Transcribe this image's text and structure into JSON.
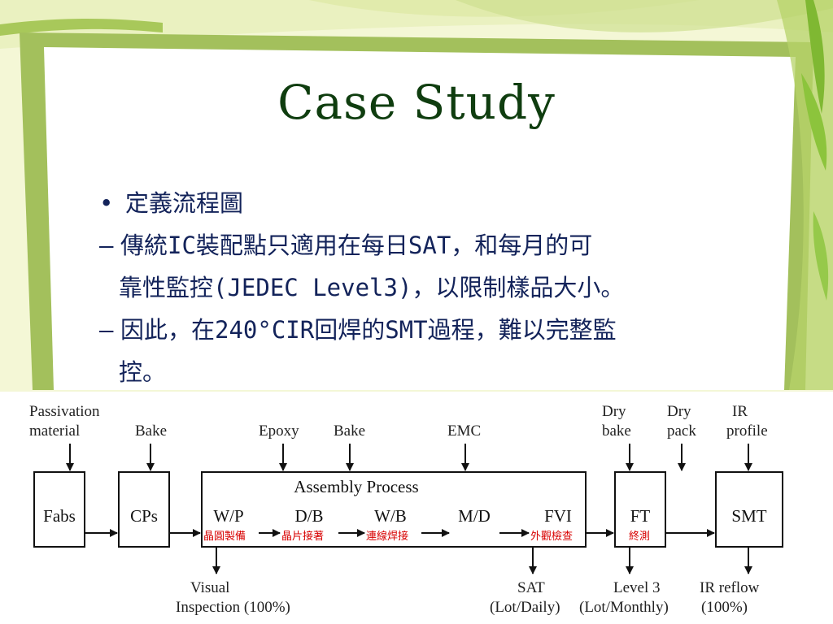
{
  "slide": {
    "title": "Case Study",
    "bullet": "定義流程圖",
    "sub1_line1": "傳統IC裝配點只適用在每日SAT，和每月的可",
    "sub1_line2": "靠性監控(JEDEC Level3)，以限制樣品大小。",
    "sub2_line1": "因此，在240°CIR回焊的SMT過程，難以完整監",
    "sub2_line2": "控。",
    "bullet_mark": "•",
    "dash_mark": "–"
  },
  "diagram": {
    "inputs": {
      "passivation_1": "Passivation",
      "passivation_2": "material",
      "bake1": "Bake",
      "epoxy": "Epoxy",
      "bake2": "Bake",
      "emc": "EMC",
      "drybake_1": "Dry",
      "drybake_2": "bake",
      "drypack_1": "Dry",
      "drypack_2": "pack",
      "irprofile_1": "IR",
      "irprofile_2": "profile"
    },
    "boxes": {
      "fabs": "Fabs",
      "cps": "CPs",
      "assembly_title": "Assembly Process",
      "wp": "W/P",
      "db": "D/B",
      "wb": "W/B",
      "md": "M/D",
      "fvi": "FVI",
      "ft": "FT",
      "smt": "SMT"
    },
    "zh": {
      "wp": "晶圓製備",
      "db": "晶片接著",
      "wb": "連線焊接",
      "fvi": "外觀檢查",
      "ft": "終測"
    },
    "outputs": {
      "visual_1": "Visual",
      "visual_2": "Inspection (100%)",
      "sat_1": "SAT",
      "sat_2": "(Lot/Daily)",
      "level3_1": "Level 3",
      "level3_2": "(Lot/Monthly)",
      "irreflow_1": "IR reflow",
      "irreflow_2": "(100%)"
    }
  }
}
